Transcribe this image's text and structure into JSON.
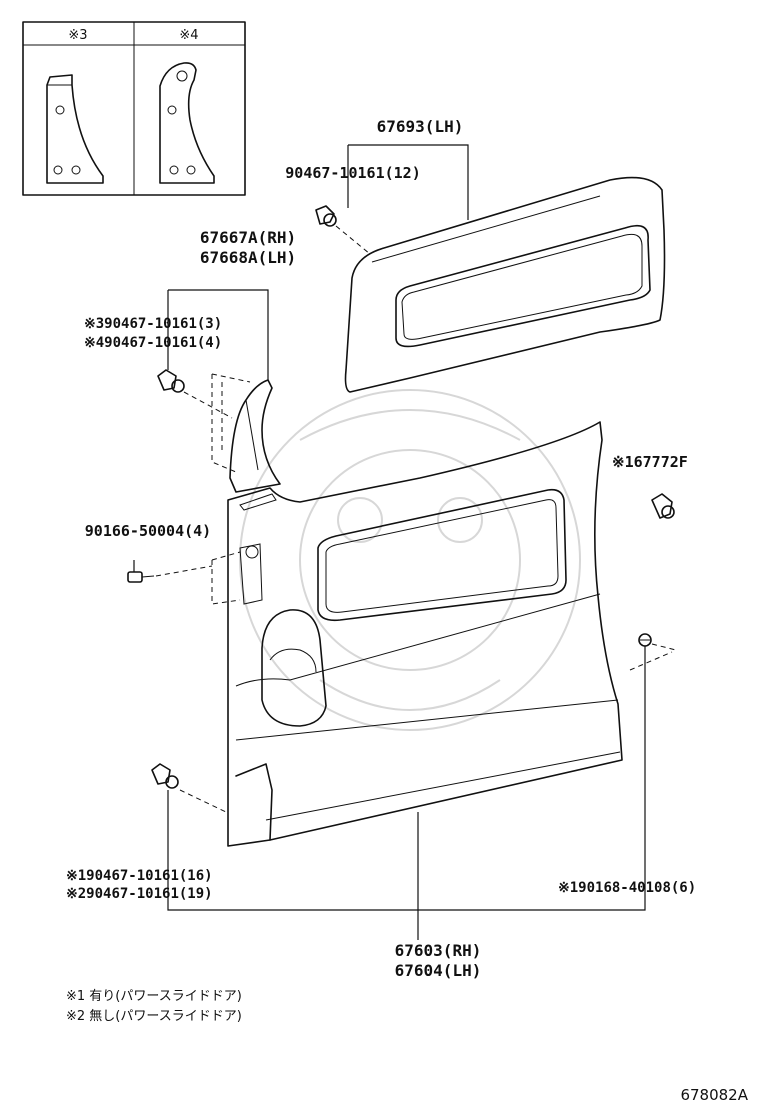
{
  "inset": {
    "col1_header": "※3",
    "col2_header": "※4"
  },
  "labels": {
    "upper_panel": "67693(LH)",
    "upper_clip": "90467-10161(12)",
    "pillar_rh": "67667A(RH)",
    "pillar_lh": "67668A(LH)",
    "pillar_clip_3": "※390467-10161(3)",
    "pillar_clip_4": "※490467-10161(4)",
    "screw": "90166-50004(4)",
    "grommet": "※167772F",
    "lower_clip_1": "※190467-10161(16)",
    "lower_clip_2": "※290467-10161(19)",
    "right_clip": "※190168-40108(6)",
    "main_rh": "67603(RH)",
    "main_lh": "67604(LH)"
  },
  "notes": {
    "note1": "※1 有り(パワースライドドア)",
    "note2": "※2 無し(パワースライドドア)"
  },
  "diagram_code": "678082A"
}
